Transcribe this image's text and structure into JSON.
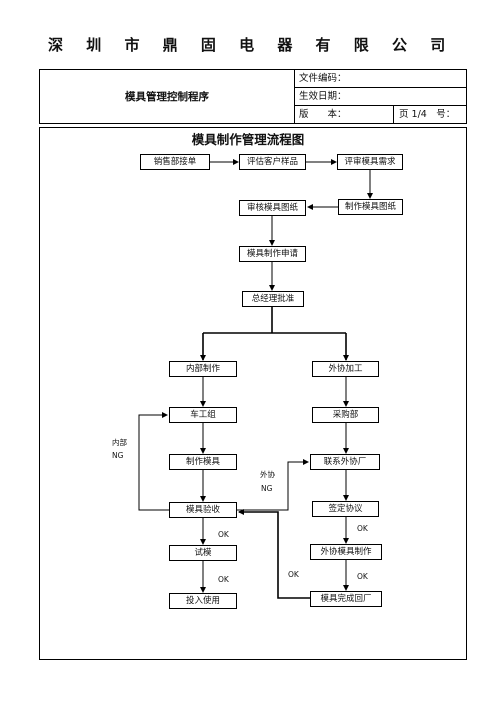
{
  "company": "深 圳 市 鼎 固 电 器 有 限 公 司",
  "header": {
    "doc_title": "模具管理控制程序",
    "file_code_label": "文件编码：",
    "effective_date_label": "生效日期：",
    "version_label": "版　　本：",
    "page_label": "页 1/4　号："
  },
  "flowchart": {
    "title": "模具制作管理流程图",
    "nodes": {
      "sales_order": "销售部接单",
      "evaluate_sample": "评估客户样品",
      "review_requirements": "评审模具需求",
      "make_drawing": "制作模具图纸",
      "review_drawing": "审核模具图纸",
      "mold_application": "模具制作申请",
      "gm_approval": "总经理批准",
      "internal_production": "内部制作",
      "outsource": "外协加工",
      "lathe_team": "车工组",
      "purchasing": "采购部",
      "make_mold": "制作模具",
      "contact_supplier": "联系外协厂",
      "mold_acceptance": "模具验收",
      "sign_agreement": "签定协议",
      "trial_mold": "试模",
      "outsource_production": "外协模具制作",
      "put_into_use": "投入使用",
      "mold_returned": "模具完成回厂"
    },
    "labels": {
      "internal_ng_1": "内部",
      "internal_ng_2": "NG",
      "outsource_ng_1": "外协",
      "outsource_ng_2": "NG",
      "ok_acceptance": "OK",
      "ok_trial": "OK",
      "ok_return": "OK",
      "ok_agreement": "OK",
      "ok_production": "OK"
    }
  }
}
